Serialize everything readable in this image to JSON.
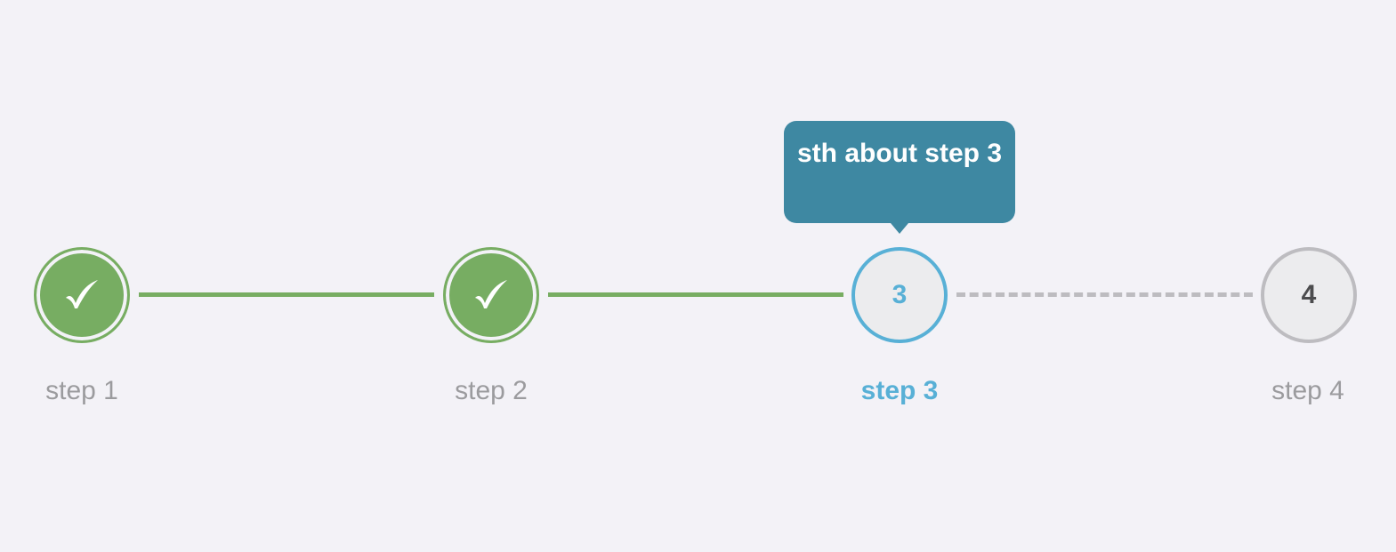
{
  "stepper": {
    "steps": [
      {
        "label": "step 1",
        "number": "1",
        "status": "done",
        "icon": "check-icon"
      },
      {
        "label": "step 2",
        "number": "2",
        "status": "done",
        "icon": "check-icon"
      },
      {
        "label": "step 3",
        "number": "3",
        "status": "active",
        "icon": ""
      },
      {
        "label": "step 4",
        "number": "4",
        "status": "todo",
        "icon": ""
      }
    ],
    "tooltip": {
      "text": "sth about step 3"
    },
    "colors": {
      "done": "#77ad62",
      "active": "#58b0d6",
      "todo": "#bdbcc0",
      "tooltip_bg": "#3e88a2",
      "page_bg": "#f3f2f7"
    }
  }
}
